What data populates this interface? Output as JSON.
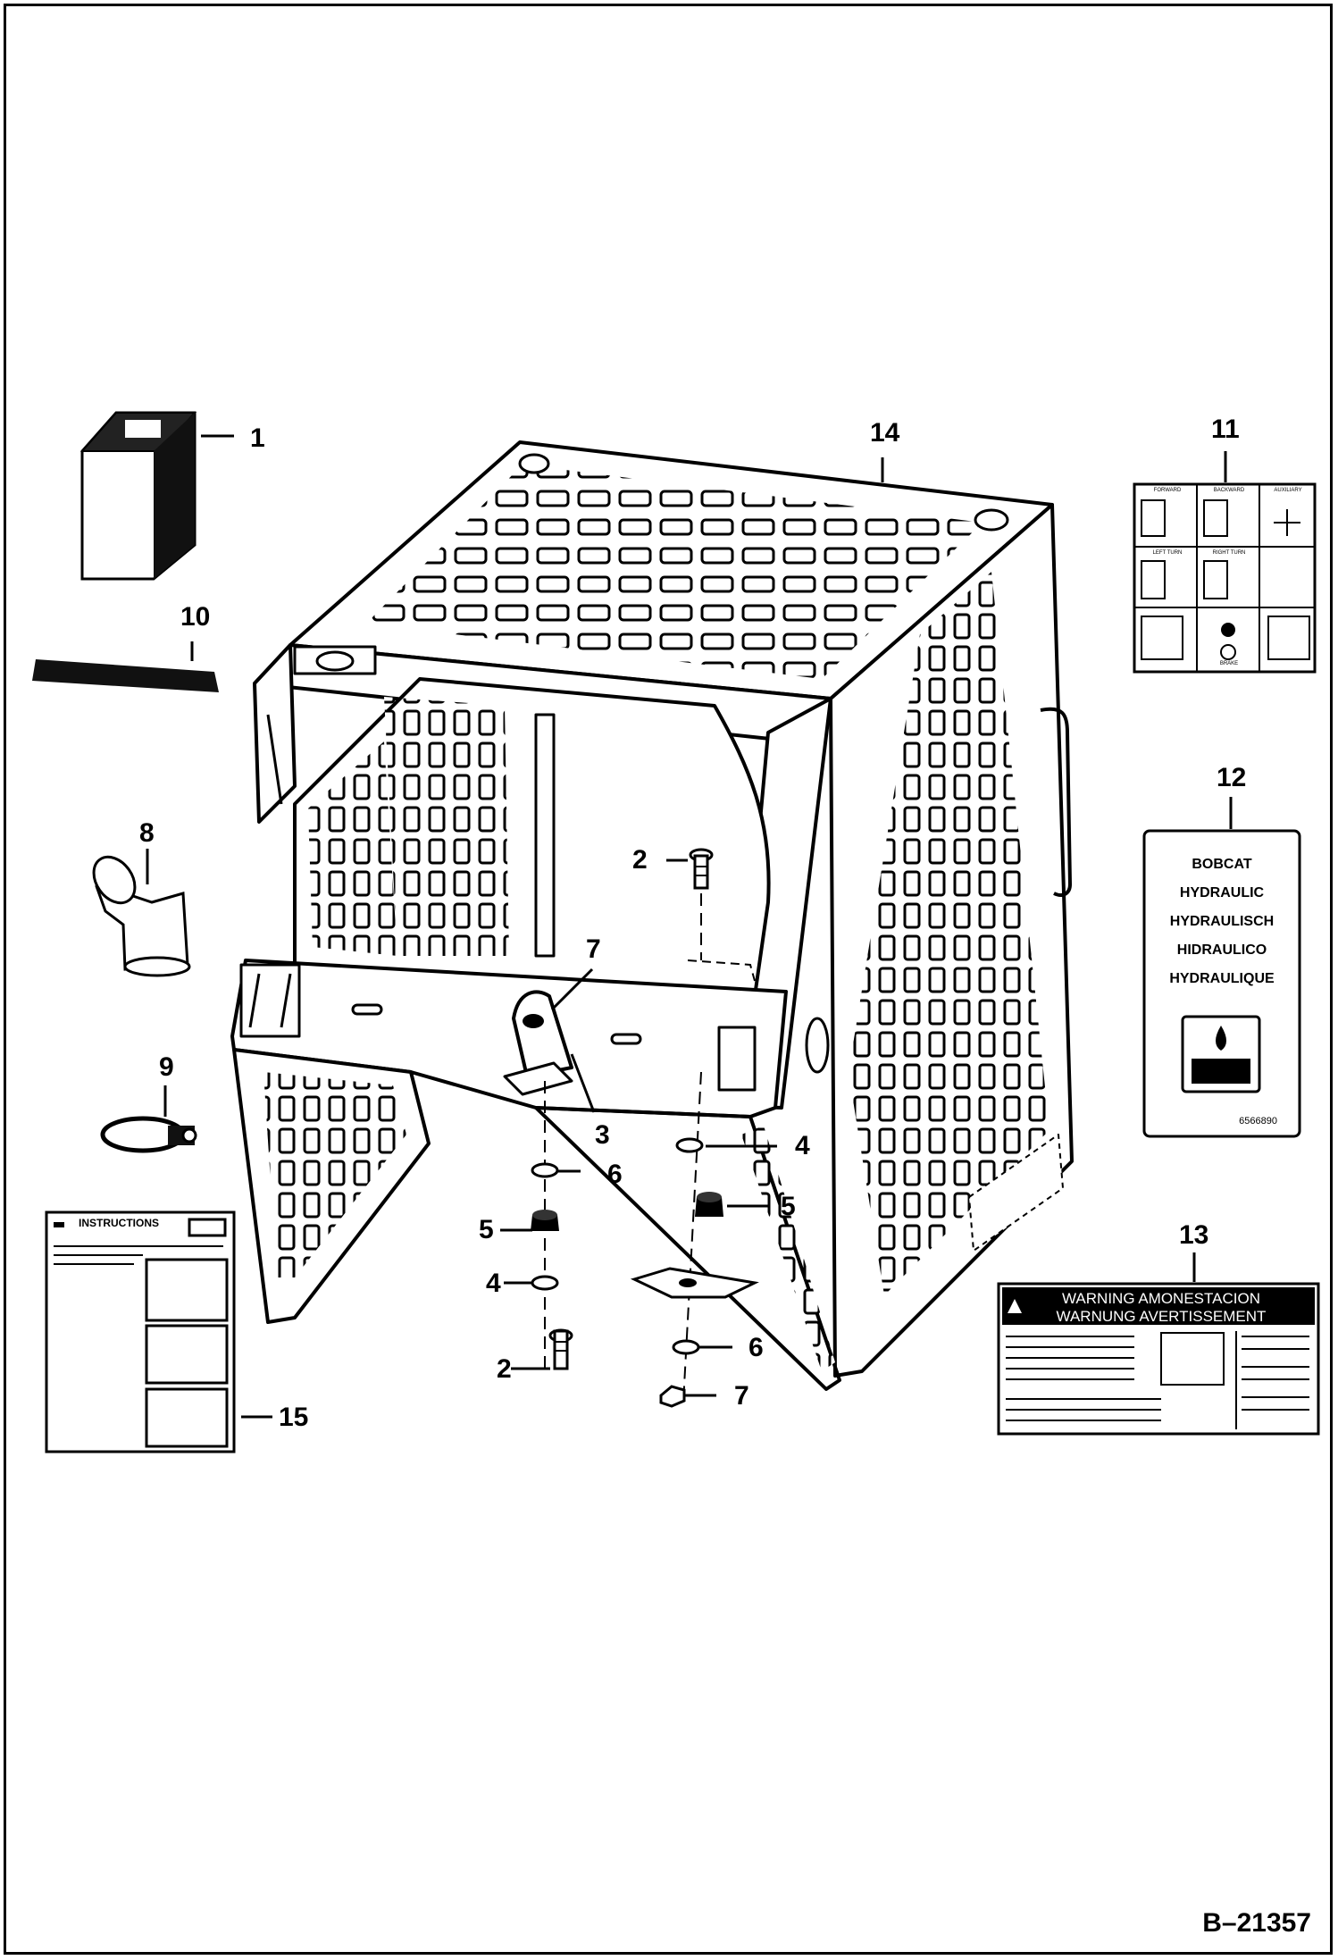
{
  "figure_id": "B–21357",
  "callouts": {
    "c1": "1",
    "c2a": "2",
    "c2b": "2",
    "c3": "3",
    "c4a": "4",
    "c4b": "4",
    "c5a": "5",
    "c5b": "5",
    "c6a": "6",
    "c6b": "6",
    "c7a": "7",
    "c7b": "7",
    "c8": "8",
    "c9": "9",
    "c10": "10",
    "c11": "11",
    "c12": "12",
    "c13": "13",
    "c14": "14",
    "c15": "15"
  },
  "decal_12": {
    "lines": [
      "BOBCAT",
      "HYDRAULIC",
      "HYDRAULISCH",
      "HIDRAULICO",
      "HYDRAULIQUE"
    ],
    "part_no": "6566890"
  },
  "decal_13": {
    "header_line1": "WARNING AMONESTACION",
    "header_line2": "WARNUNG AVERTISSEMENT"
  },
  "decal_15": {
    "title": "INSTRUCTIONS"
  },
  "decal_11": {
    "labels": [
      "FORWARD",
      "BACKWARD",
      "AUXILIARY",
      "LEFT TURN",
      "RIGHT TURN",
      "BRAKE"
    ]
  }
}
